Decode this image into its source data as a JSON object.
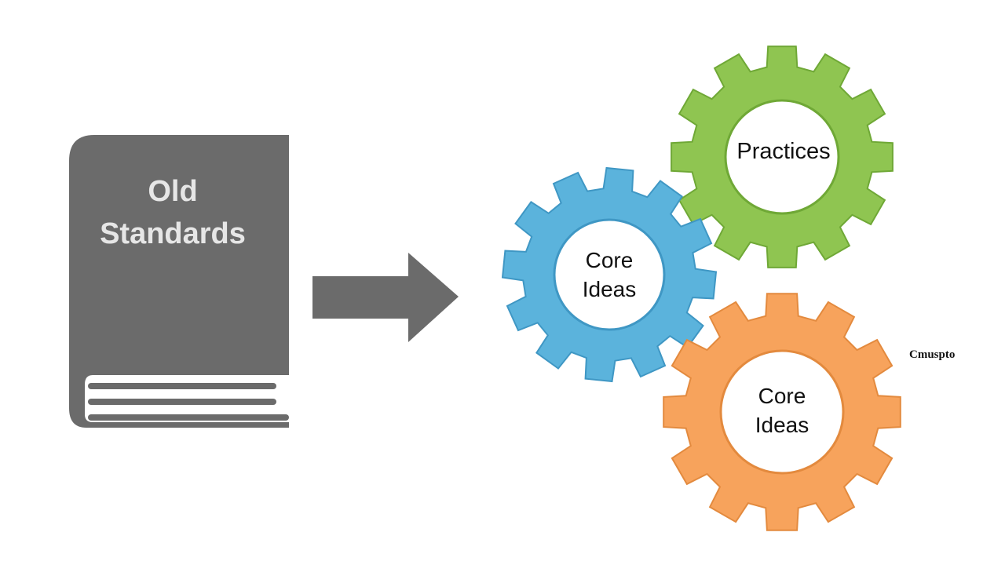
{
  "book": {
    "title_line1": "Old",
    "title_line2": "Standards",
    "color": "#6b6b6b",
    "text_color": "#e6e6e6"
  },
  "arrow": {
    "color": "#6b6b6b"
  },
  "gears": [
    {
      "id": "blue",
      "line1": "Core",
      "line2": "Ideas",
      "color": "#5bb3dc",
      "stroke": "#3f97c4"
    },
    {
      "id": "green",
      "line1": "Practices",
      "line2": "",
      "color": "#8fc551",
      "stroke": "#6fa836"
    },
    {
      "id": "orange",
      "line1": "Core",
      "line2": "Ideas",
      "color": "#f7a35c",
      "stroke": "#e38a3e"
    }
  ],
  "side_note": "Cmusptо"
}
